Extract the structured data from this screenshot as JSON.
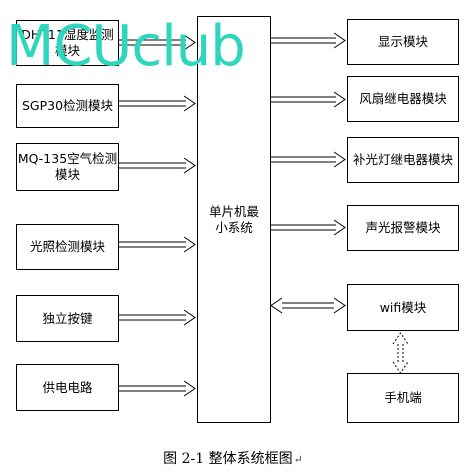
{
  "left_modules": [
    {
      "label": "DHT11湿度监测模块"
    },
    {
      "label": "SGP30检测模块"
    },
    {
      "label": "MQ-135空气检测模块"
    },
    {
      "label": "光照检测模块"
    },
    {
      "label": "独立按键"
    },
    {
      "label": "供电电路"
    }
  ],
  "center_module": {
    "label": "单片机最小系统"
  },
  "right_modules": [
    {
      "label": "显示模块"
    },
    {
      "label": "风扇继电器模块"
    },
    {
      "label": "补光灯继电器模块"
    },
    {
      "label": "声光报警模块"
    },
    {
      "label": "wifi模块"
    },
    {
      "label": "手机端"
    }
  ],
  "watermark": "MCUclub",
  "caption": "图 2-1 整体系统框图",
  "caption_return_mark": "↵",
  "colors": {
    "watermark": "#2fd6bd",
    "line": "#000000"
  }
}
